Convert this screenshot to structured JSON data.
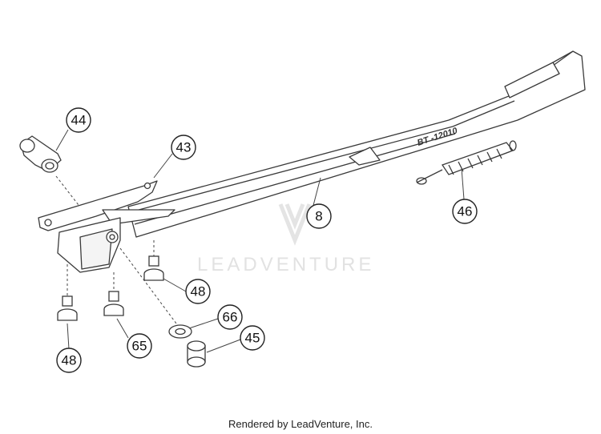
{
  "watermark": {
    "text": "LEADVENTURE"
  },
  "stamped_code": "BT -12010 ",
  "callouts": [
    {
      "id": "44",
      "label": "44"
    },
    {
      "id": "43",
      "label": "43"
    },
    {
      "id": "8",
      "label": "8"
    },
    {
      "id": "46",
      "label": "46"
    },
    {
      "id": "48a",
      "label": "48"
    },
    {
      "id": "66",
      "label": "66"
    },
    {
      "id": "45",
      "label": "45"
    },
    {
      "id": "65",
      "label": "65"
    },
    {
      "id": "48b",
      "label": "48"
    }
  ],
  "footer": {
    "text": "Rendered by LeadVenture, Inc."
  },
  "colors": {
    "line": "#3a3a3a",
    "fill": "#ffffff",
    "watermark": "#e2e2e2"
  }
}
